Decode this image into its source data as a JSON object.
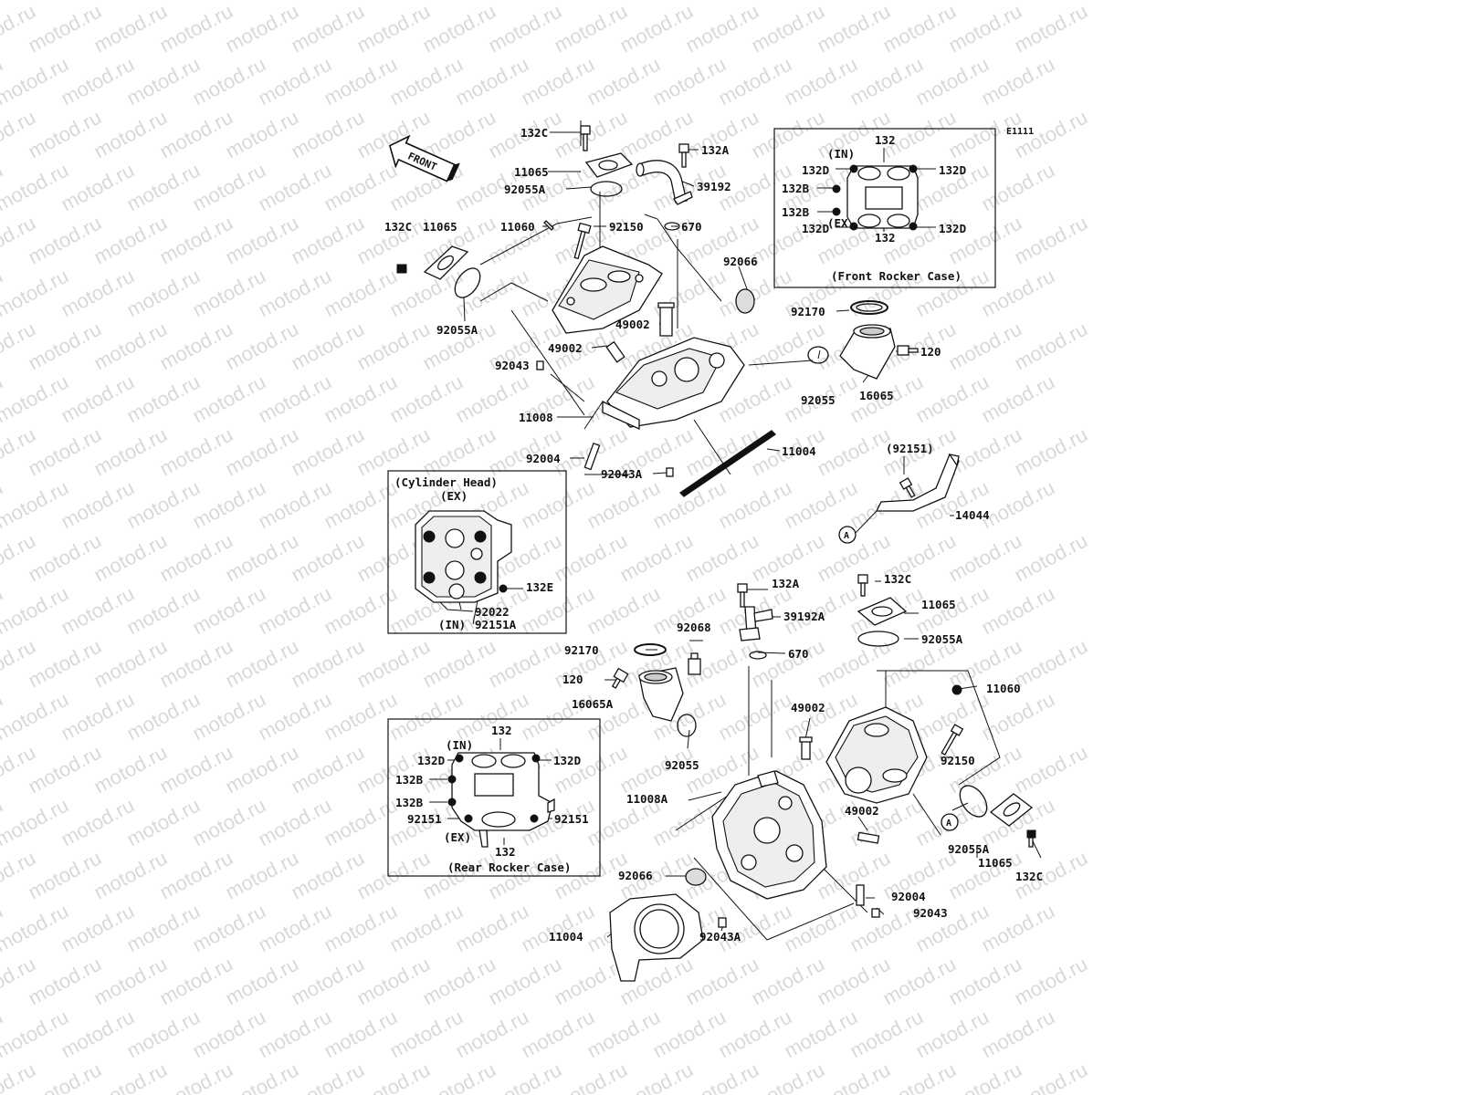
{
  "diagram": {
    "ref_code": "E1111",
    "watermark": "motod.ru",
    "front_arrow": "FRONT",
    "callout_a": "A",
    "labels": {
      "l132c_1": "132C",
      "l11065_1": "11065",
      "l92055a_1": "92055A",
      "l132a_1": "132A",
      "l39192": "39192",
      "l11060_1": "11060",
      "l92150_1": "92150",
      "l670_1": "670",
      "l132c_2": "132C",
      "l11065_2": "11065",
      "l92055a_2": "92055A",
      "l92066_1": "92066",
      "l49002_1": "49002",
      "l49002_2": "49002",
      "l92043_1": "92043",
      "l11008": "11008",
      "l92004_1": "92004",
      "l92043a_1": "92043A",
      "l11004_1": "11004",
      "l92170_1": "92170",
      "l120_1": "120",
      "l92055_1": "92055",
      "l16065": "16065",
      "l92151": "(92151)",
      "l14044": "14044",
      "l132a_2": "132A",
      "l39192a": "39192A",
      "l670_2": "670",
      "l132c_3": "132C",
      "l11065_3": "11065",
      "l92055a_3": "92055A",
      "l92068": "92068",
      "l92170_2": "92170",
      "l120_2": "120",
      "l16065a": "16065A",
      "l92055_2": "92055",
      "l49002_3": "49002",
      "l11060_2": "11060",
      "l92150_2": "92150",
      "l11008a": "11008A",
      "l49002_4": "49002",
      "l92055a_4": "92055A",
      "l11065_4": "11065",
      "l132c_4": "132C",
      "l92066_2": "92066",
      "l92004_2": "92004",
      "l92043_2": "92043",
      "l11004_2": "11004",
      "l92043a_2": "92043A"
    },
    "front_rocker": {
      "caption": "(Front Rocker Case)",
      "in": "(IN)",
      "ex": "(EX)",
      "top": "132",
      "bottom": "132",
      "d_tl": "132D",
      "d_tr": "132D",
      "b1": "132B",
      "b2": "132B",
      "d_bl": "132D",
      "d_br": "132D"
    },
    "cylinder_head": {
      "caption": "(Cylinder Head)",
      "ex": "(EX)",
      "in": "(IN)",
      "e": "132E",
      "p1": "92022",
      "p2": "92151A"
    },
    "rear_rocker": {
      "caption": "(Rear Rocker Case)",
      "in": "(IN)",
      "ex": "(EX)",
      "top": "132",
      "bottom": "132",
      "d_l": "132D",
      "d_r": "132D",
      "b1": "132B",
      "b2": "132B",
      "c_l": "92151",
      "c_r": "92151"
    }
  }
}
